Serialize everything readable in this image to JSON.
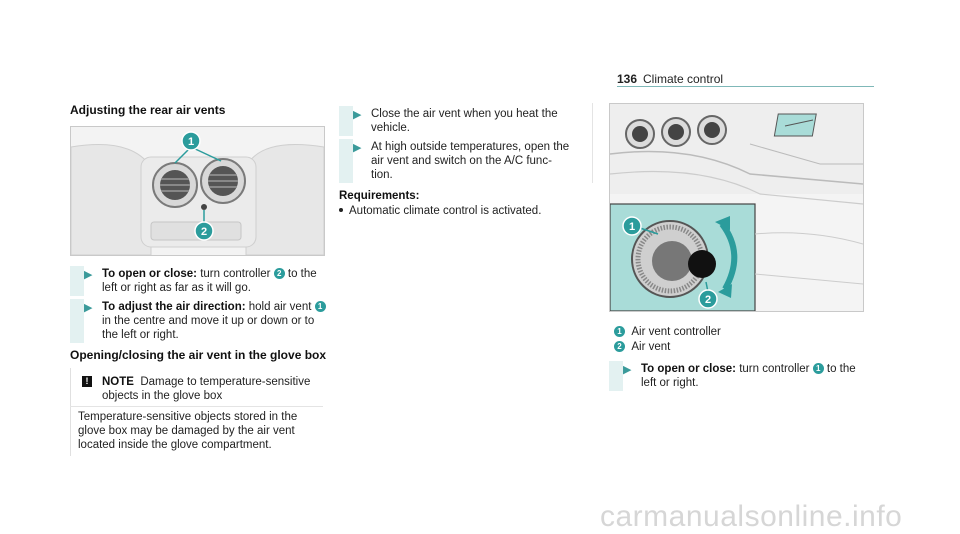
{
  "header": {
    "page_number": "136",
    "chapter": "Climate control"
  },
  "left": {
    "heading": "Adjusting the rear air vents",
    "step1": {
      "bold": "To open or close:",
      "text_a": " turn controller ",
      "num": "2",
      "text_b": " to the",
      "line2": "left or right as far as it will go."
    },
    "step2": {
      "bold": "To adjust the air direction:",
      "text_a": " hold air vent ",
      "num": "1",
      "line2": "in the centre and move it up or down or to",
      "line3": "the left or right."
    },
    "heading2": "Opening/closing the air vent in the glove box",
    "note": {
      "label": "NOTE",
      "title_a": "Damage to temperature-sensitive",
      "title_b": "objects in the glove box",
      "body1": "Temperature-sensitive objects stored in the",
      "body2": "glove box may be damaged by the air vent",
      "body3": "located inside the glove compartment."
    },
    "figure_callouts": [
      "1",
      "2"
    ]
  },
  "middle": {
    "step1": {
      "line1": "Close the air vent when you heat the",
      "line2": "vehicle."
    },
    "step2": {
      "line1": "At high outside temperatures, open the",
      "line2": "air vent and switch on the A/C func-",
      "line3": "tion."
    },
    "requirements_label": "Requirements:",
    "requirement": "Automatic climate control is activated."
  },
  "right": {
    "figure_callouts": [
      "1",
      "2"
    ],
    "legend": [
      {
        "num": "1",
        "text": "Air vent controller"
      },
      {
        "num": "2",
        "text": "Air vent"
      }
    ],
    "step": {
      "bold": "To open or close:",
      "text_a": " turn controller ",
      "num": "1",
      "text_b": " to the",
      "line2": "left or right."
    }
  },
  "watermark": "carmanualsonline.info",
  "colors": {
    "accent": "#2b9c9c",
    "bar": "#e3f1f1",
    "highlight": "#a9dcd8"
  }
}
